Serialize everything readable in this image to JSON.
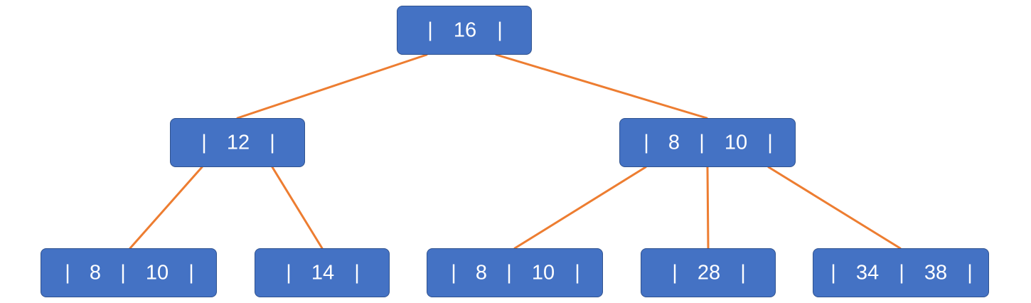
{
  "colors": {
    "node_fill": "#4472c4",
    "node_border": "#2f528f",
    "text": "#ffffff",
    "edge": "#ed7d31"
  },
  "tree": {
    "root": {
      "tokens": [
        "|",
        "16",
        "|"
      ]
    },
    "level2": [
      {
        "tokens": [
          "|",
          "12",
          "|"
        ]
      },
      {
        "tokens": [
          "|",
          "8",
          "|",
          "10",
          "|"
        ]
      }
    ],
    "leaves": [
      {
        "tokens": [
          "|",
          "8",
          "|",
          "10",
          "|"
        ]
      },
      {
        "tokens": [
          "|",
          "14",
          "|"
        ]
      },
      {
        "tokens": [
          "|",
          "8",
          "|",
          "10",
          "|"
        ]
      },
      {
        "tokens": [
          "|",
          "28",
          "|"
        ]
      },
      {
        "tokens": [
          "|",
          "34",
          "|",
          "38",
          "|"
        ]
      }
    ]
  }
}
